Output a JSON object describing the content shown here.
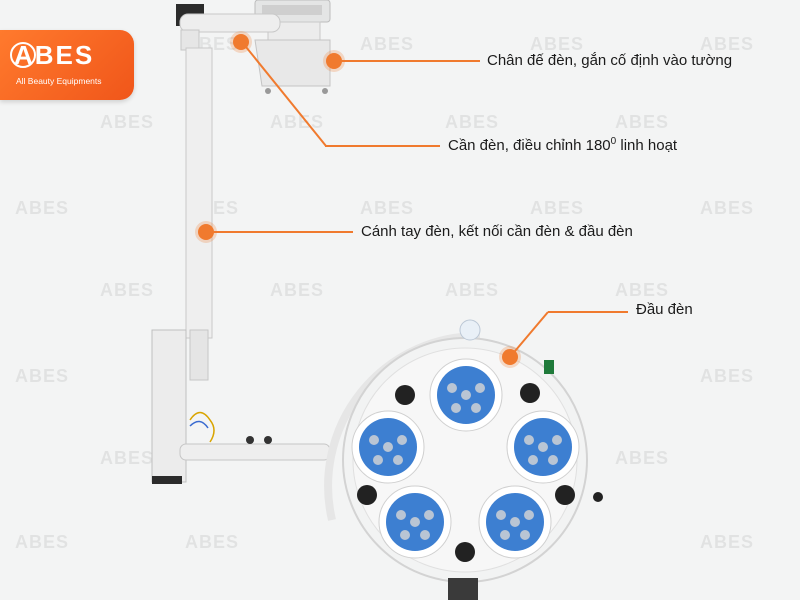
{
  "logo": {
    "name": "ABES",
    "tagline": "All Beauty Equipments"
  },
  "watermark": "ABES",
  "callouts": [
    {
      "id": "base",
      "text": "Chân đế đèn, gắn cố định vào tường"
    },
    {
      "id": "arm",
      "text": "Cần đèn, điều chỉnh 180",
      "sup": "0",
      "tail": " linh hoạt"
    },
    {
      "id": "extension",
      "text": "Cánh tay đèn, kết nối cần đèn & đầu đèn"
    },
    {
      "id": "head",
      "text": "Đầu đèn"
    }
  ],
  "colors": {
    "accent": "#f07a2e",
    "led_lens": "#3d7fd1",
    "lamp_body": "#f2f3f3"
  }
}
